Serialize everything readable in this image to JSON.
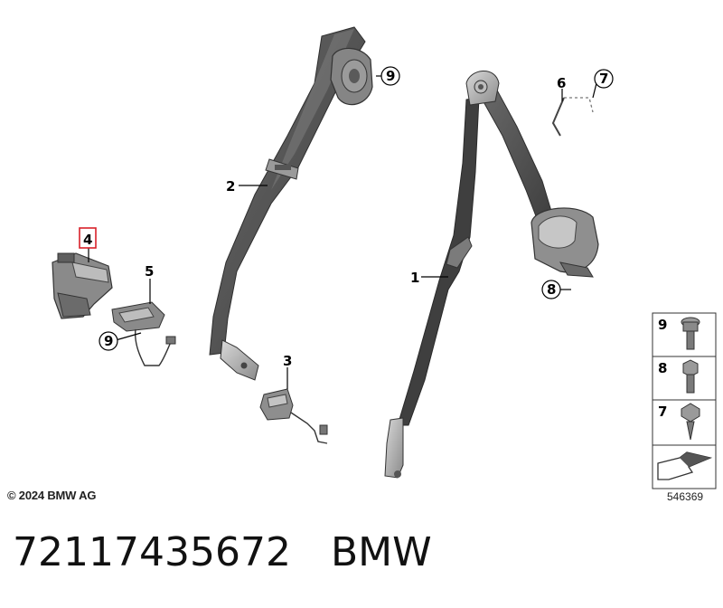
{
  "callouts": {
    "c1": "1",
    "c2": "2",
    "c3": "3",
    "c4": "4",
    "c5": "5",
    "c6": "6",
    "c7": "7",
    "c8": "8",
    "c9_retractor": "9",
    "c9_buckle": "9"
  },
  "legend": {
    "fastener_9": "9",
    "fastener_8": "8",
    "fastener_7": "7"
  },
  "copyright": "© 2024 BMW AG",
  "image_id": "546369",
  "part_number": "72117435672",
  "brand": "BMW",
  "colors": {
    "highlight_box": "#d8212a",
    "belt_dark": "#4e4e4e",
    "belt_light": "#737373"
  }
}
